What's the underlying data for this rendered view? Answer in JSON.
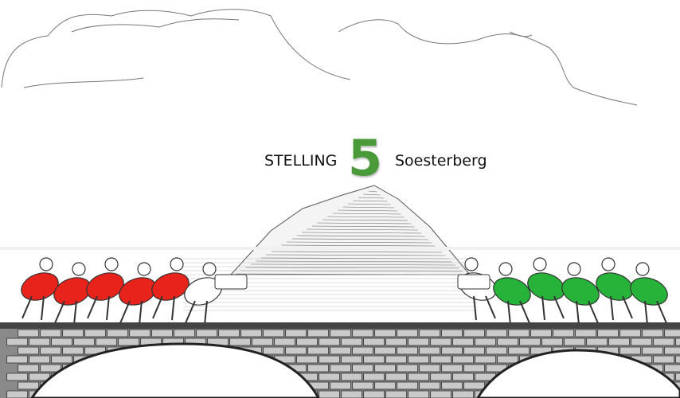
{
  "logo": {
    "word_left": "STELLING",
    "number": "5",
    "word_right": "Soesterberg"
  },
  "colors": {
    "team_left": "#e8231c",
    "team_right": "#27b33a",
    "logo_number": "#4a9a3a"
  }
}
